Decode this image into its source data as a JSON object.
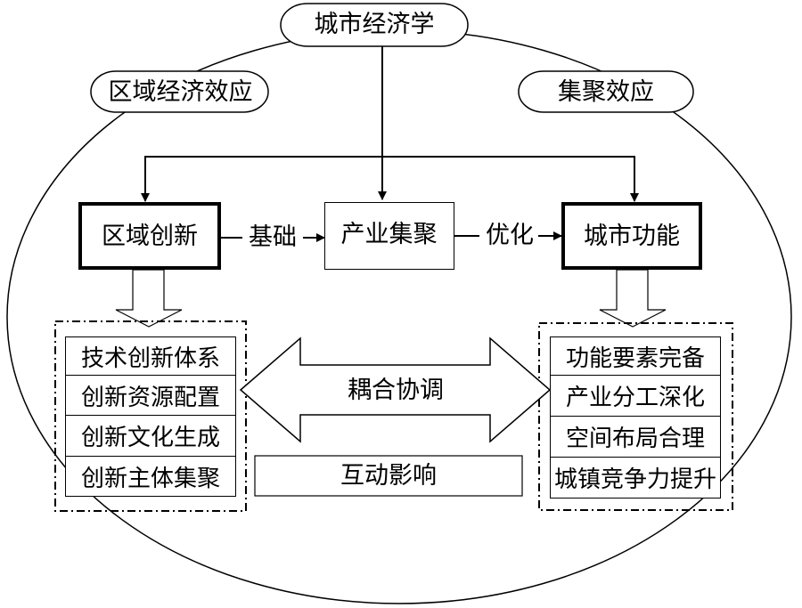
{
  "top": {
    "title": "城市经济学"
  },
  "left_oval": {
    "label": "区域经济效应"
  },
  "right_oval": {
    "label": "集聚效应"
  },
  "nodes": {
    "region_innovation": "区域创新",
    "industry_cluster": "产业集聚",
    "city_function": "城市功能"
  },
  "edges": {
    "basis": "基础",
    "optimize": "优化"
  },
  "center": {
    "coupling": "耦合协调",
    "interaction": "互动影响"
  },
  "left_list": [
    "技术创新体系",
    "创新资源配置",
    "创新文化生成",
    "创新主体集聚"
  ],
  "right_list": [
    "功能要素完备",
    "产业分工深化",
    "空间布局合理",
    "城镇竞争力提升"
  ]
}
